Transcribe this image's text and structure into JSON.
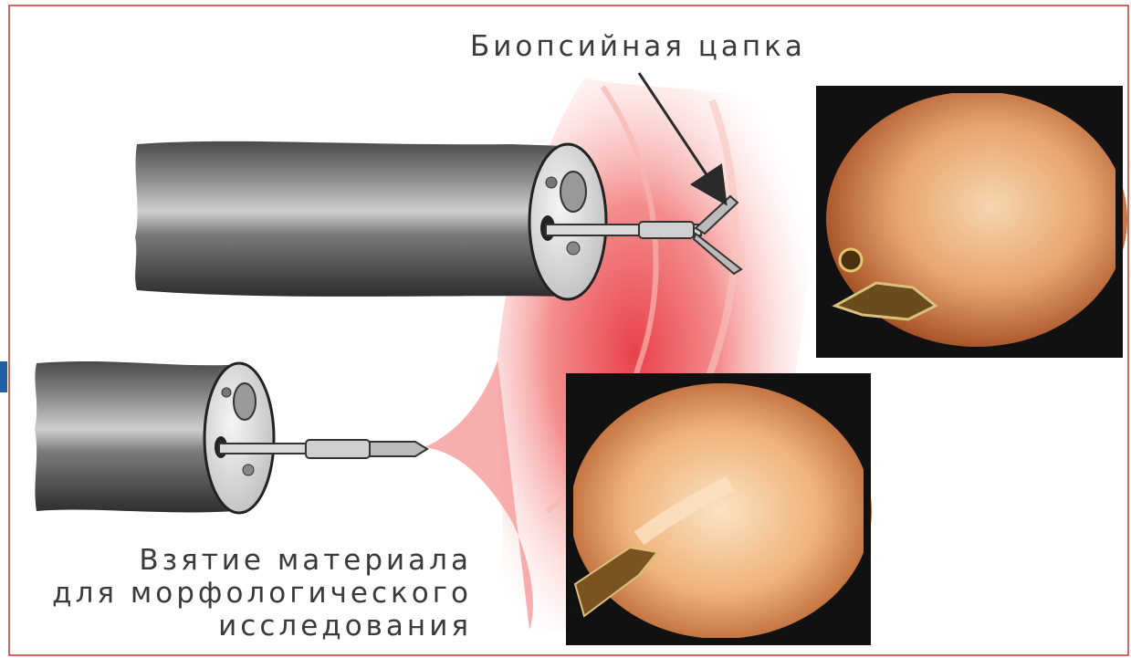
{
  "labels": {
    "forceps": "Биопсийная цапка",
    "sampling": [
      "Взятие материала",
      "для морфологического",
      "исследования"
    ]
  },
  "colors": {
    "border": "#c0392b",
    "tissue": "#f08a8a",
    "scope_dark": "#3a3a3a",
    "photo_frame": "#111111",
    "side_tab": "#1f5fa8"
  },
  "icons": {
    "arrow": "arrow-icon",
    "endoscope": "endoscope-icon"
  }
}
